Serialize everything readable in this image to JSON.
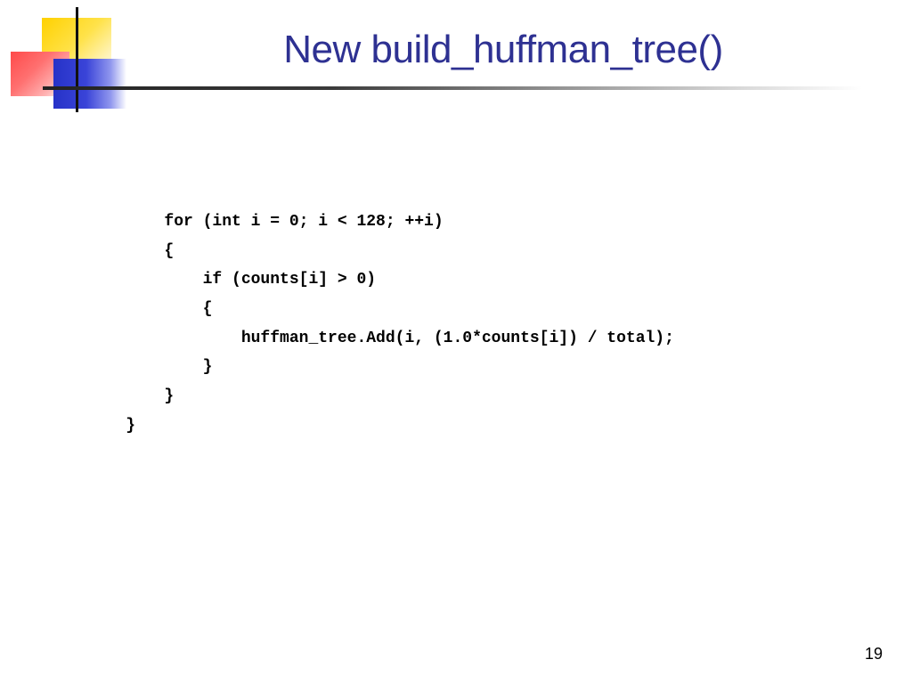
{
  "slide": {
    "title": "New build_huffman_tree()",
    "code_lines": [
      "        for (int i = 0; i < 128; ++i)",
      "        {",
      "            if (counts[i] > 0)",
      "            {",
      "                huffman_tree.Add(i, (1.0*counts[i]) / total);",
      "            }",
      "        }",
      "    }"
    ],
    "page_number": "19"
  },
  "colors": {
    "title": "#2e3192",
    "logo_yellow": "#ffd100",
    "logo_red": "#ff4a4a",
    "logo_blue": "#2632c8",
    "text": "#000000"
  }
}
